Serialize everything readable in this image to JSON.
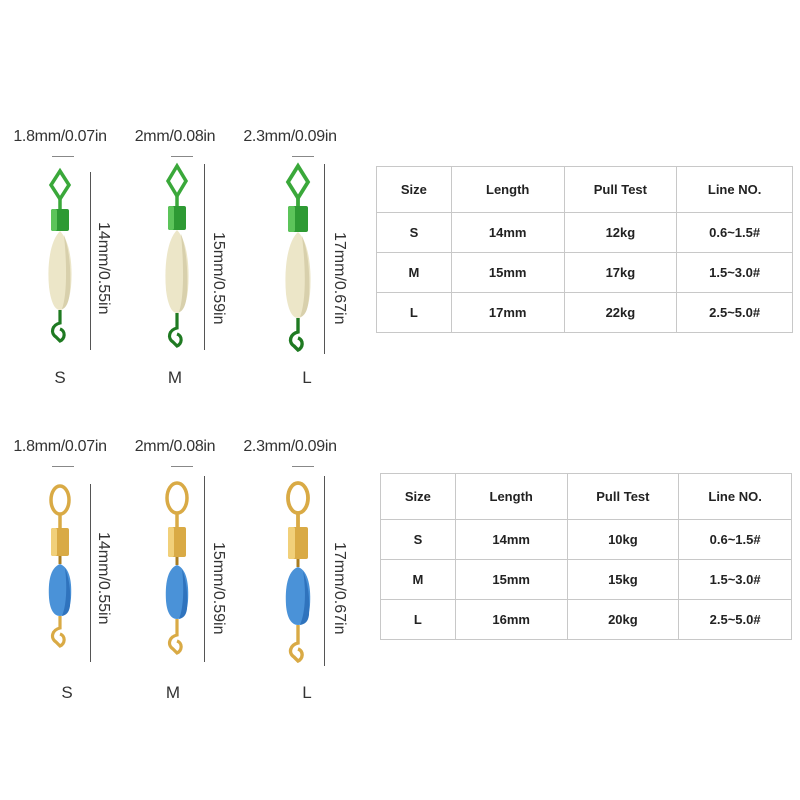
{
  "green_set": {
    "items": [
      {
        "width": "1.8mm/0.07in",
        "length": "14mm/0.55in",
        "size": "S"
      },
      {
        "width": "2mm/0.08in",
        "length": "15mm/0.59in",
        "size": "M"
      },
      {
        "width": "2.3mm/0.09in",
        "length": "17mm/0.67in",
        "size": "L"
      }
    ],
    "table": {
      "headers": [
        "Size",
        "Length",
        "Pull Test",
        "Line NO."
      ],
      "rows": [
        [
          "S",
          "14mm",
          "12kg",
          "0.6~1.5#"
        ],
        [
          "M",
          "15mm",
          "17kg",
          "1.5~3.0#"
        ],
        [
          "L",
          "17mm",
          "22kg",
          "2.5~5.0#"
        ]
      ]
    },
    "colors": {
      "metal": "#3aa83a",
      "metal_dark": "#1f7a22",
      "bead": "#ece6c8",
      "bead_shade": "#d8d0ac"
    }
  },
  "gold_set": {
    "items": [
      {
        "width": "1.8mm/0.07in",
        "length": "14mm/0.55in",
        "size": "S"
      },
      {
        "width": "2mm/0.08in",
        "length": "15mm/0.59in",
        "size": "M"
      },
      {
        "width": "2.3mm/0.09in",
        "length": "17mm/0.67in",
        "size": "L"
      }
    ],
    "table": {
      "headers": [
        "Size",
        "Length",
        "Pull Test",
        "Line NO."
      ],
      "rows": [
        [
          "S",
          "14mm",
          "10kg",
          "0.6~1.5#"
        ],
        [
          "M",
          "15mm",
          "15kg",
          "1.5~3.0#"
        ],
        [
          "L",
          "16mm",
          "20kg",
          "2.5~5.0#"
        ]
      ]
    },
    "colors": {
      "metal": "#d9aa45",
      "metal_dark": "#a87c22",
      "bead": "#4a92d8",
      "bead_shade": "#2f73bd"
    }
  }
}
